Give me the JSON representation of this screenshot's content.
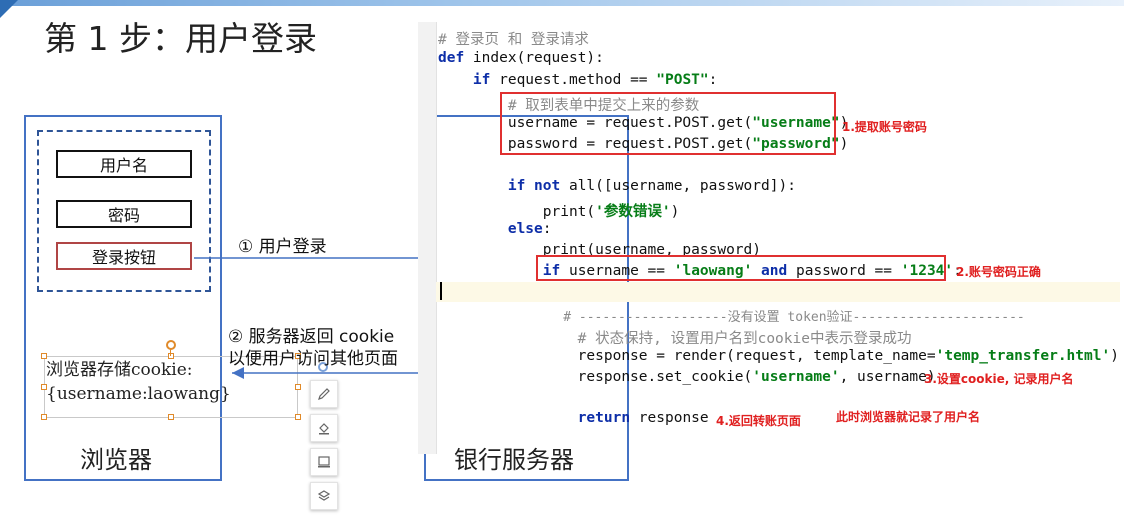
{
  "slide": {
    "title": "第 1 步：用户登录"
  },
  "browser": {
    "label": "浏览器",
    "username_field": "用户名",
    "password_field": "密码",
    "login_button": "登录按钮",
    "storage_line1": "浏览器存储cookie:",
    "storage_line2": "{username:laowang}"
  },
  "server": {
    "label": "银行服务器"
  },
  "arrows": {
    "request_label": "① 用户登录",
    "response_label_line1": "② 服务器返回 cookie",
    "response_label_line2": "以便用户访问其他页面"
  },
  "code": {
    "lines": [
      "# 登录页 和 登录请求",
      "def index(request):",
      "    if request.method == \"POST\":",
      "        # 取到表单中提交上来的参数",
      "        username = request.POST.get(\"username\")",
      "        password = request.POST.get(\"password\")",
      "",
      "        if not all([username, password]):",
      "            print('参数错误')",
      "        else:",
      "            print(username, password)",
      "            if username == 'laowang' and password == '1234':",
      "",
      "                # -------------------没有设置 token验证----------------------",
      "                # 状态保持, 设置用户名到cookie中表示登录成功",
      "                response = render(request, template_name='temp_transfer.html')",
      "                response.set_cookie('username', username)",
      "",
      "                return response"
    ]
  },
  "annotations": {
    "a1": "1.提取账号密码",
    "a2": "2.账号密码正确",
    "a3": "3.设置cookie, 记录用户名",
    "a4": "4.返回转账页面",
    "a5": "此时浏览器就记录了用户名"
  },
  "toolbar": {
    "icons": [
      "pencil-icon",
      "fill-icon",
      "frame-icon",
      "layers-icon"
    ]
  },
  "colors": {
    "box_border": "#4472c4",
    "highlight_red": "#e02020",
    "keyword": "#0d2ea8",
    "string": "#067d17"
  }
}
